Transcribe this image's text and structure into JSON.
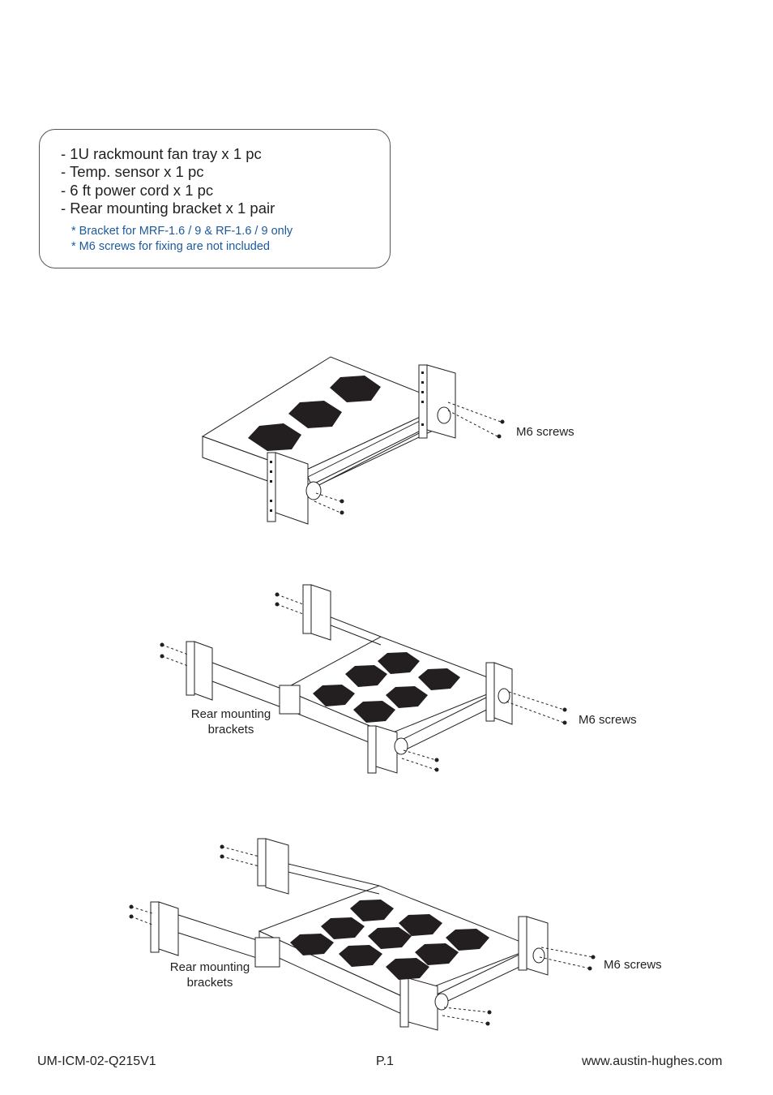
{
  "package_contents": [
    "- 1U rackmount fan tray  x 1 pc",
    "- Temp. sensor x 1 pc",
    "- 6 ft power cord  x 1 pc",
    "- Rear mounting bracket  x 1 pair"
  ],
  "notes": [
    "* Bracket for MRF-1.6 / 9  &  RF-1.6 / 9 only",
    "* M6 screws for fixing are not included"
  ],
  "figures": [
    {
      "screws_label": "M6 screws",
      "bracket_label": ""
    },
    {
      "screws_label": "M6 screws",
      "bracket_label": "Rear mounting\nbrackets"
    },
    {
      "screws_label": "M6 screws",
      "bracket_label": "Rear mounting\nbrackets"
    }
  ],
  "footer": {
    "doc_id": "UM-ICM-02-Q215V1",
    "page": "P.1",
    "website": "www.austin-hughes.com"
  }
}
